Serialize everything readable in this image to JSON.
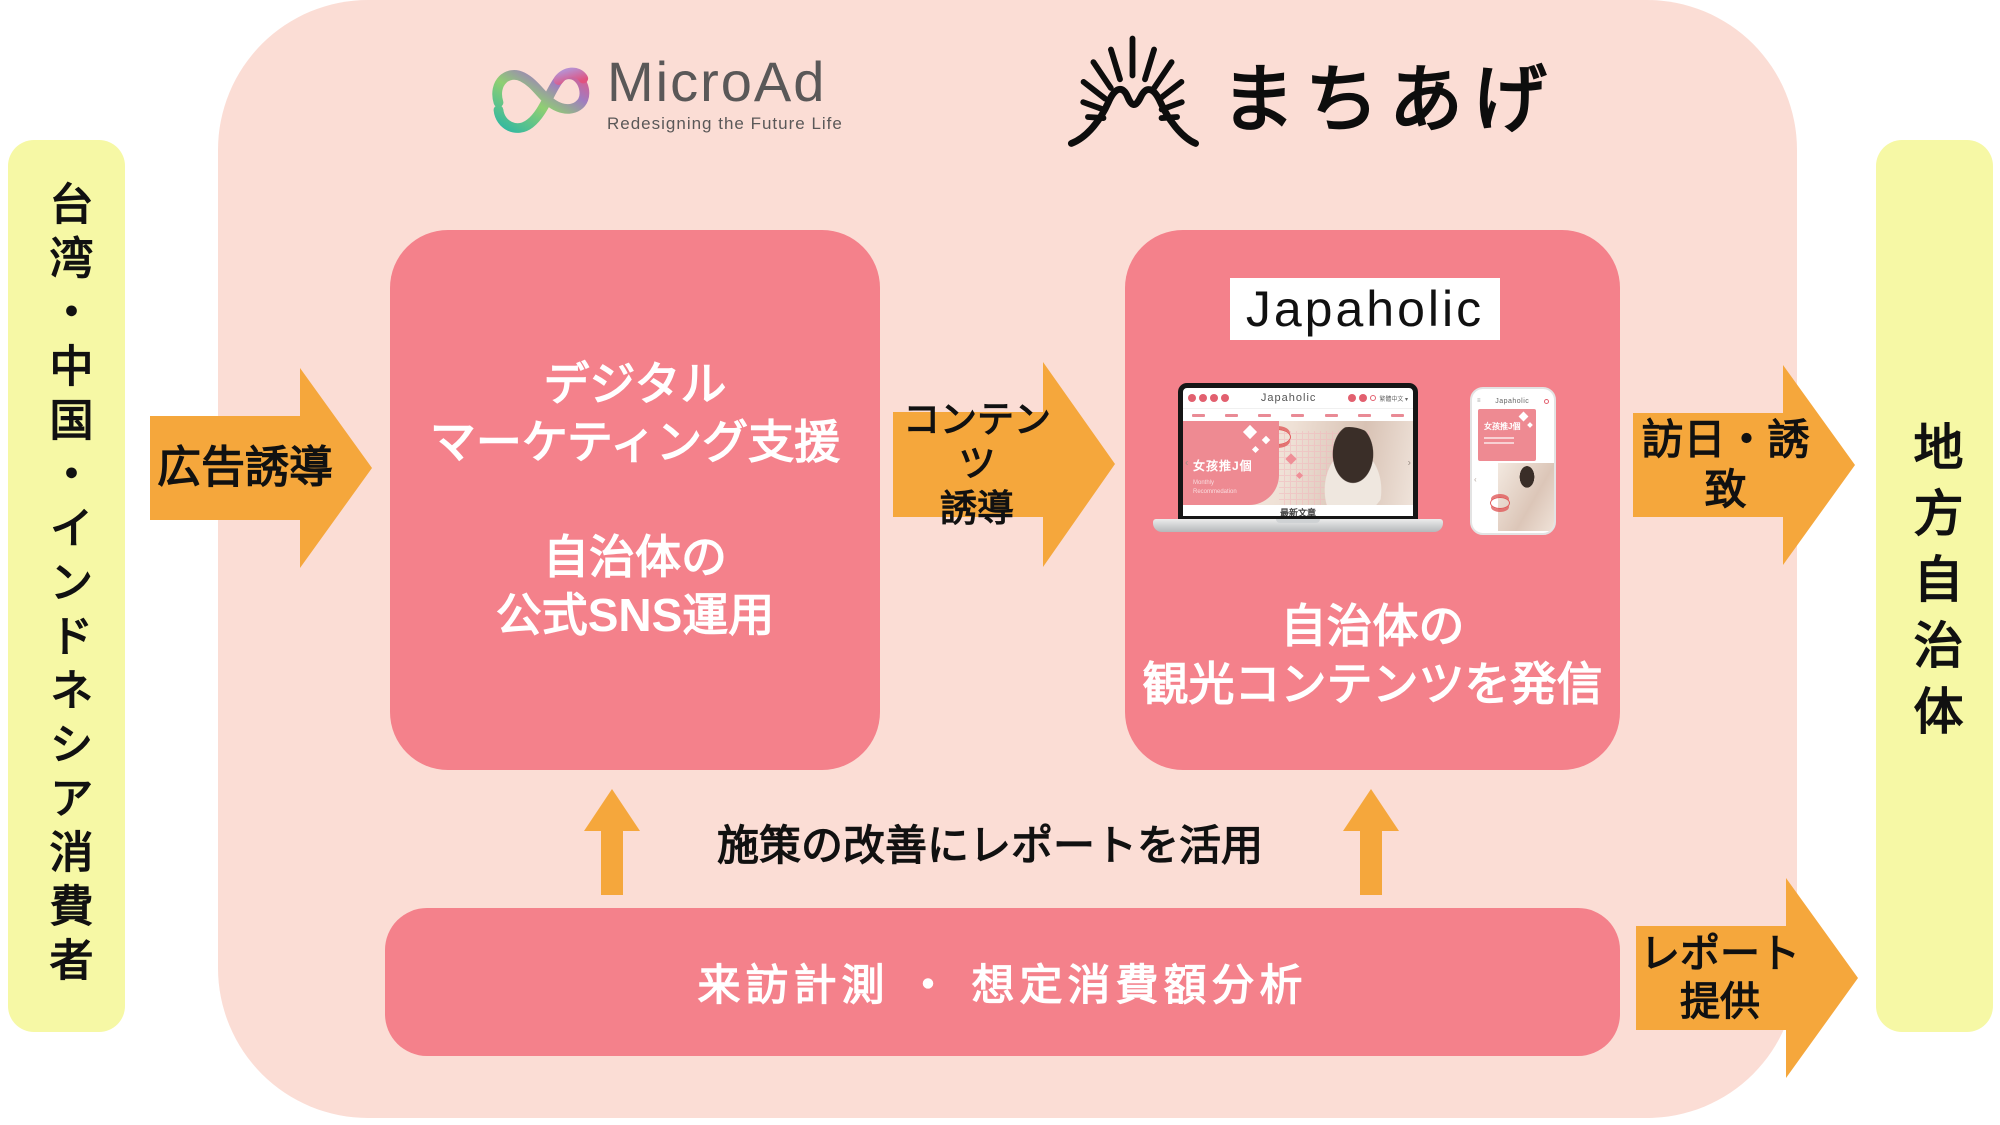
{
  "colors": {
    "salmon": "#f4818b",
    "container_pink": "#fbddd5",
    "arrow_orange": "#f5a73c",
    "side_yellow": "#f6f8a5",
    "microad_gray": "#5a5858",
    "text_black": "#111111"
  },
  "logos": {
    "microad": {
      "name": "MicroAd",
      "tagline": "Redesigning the Future Life"
    },
    "machiage": {
      "name": "まちあげ"
    }
  },
  "source_box": {
    "label": "台湾・中国・インドネシア消費者"
  },
  "target_box": {
    "label": "地方自治体"
  },
  "marketing_box": {
    "para1_line1": "デジタル",
    "para1_line2": "マーケティング支援",
    "para2_line1": "自治体の",
    "para2_line2": "公式SNS運用"
  },
  "media_box": {
    "brand": "Japaholic",
    "caption_line1": "自治体の",
    "caption_line2": "観光コンテンツを発信",
    "laptop_site": {
      "brand": "Japaholic",
      "lang": "繁體中文 ▾",
      "hero_title": "女孩推J個",
      "hero_sub_line1": "Monthly",
      "hero_sub_line2": "Recommedation",
      "section_link": "最新文章",
      "chevron_left": "‹",
      "chevron_right": "›"
    },
    "phone_site": {
      "brand": "Japaholic",
      "menu_icon": "≡",
      "hero_title": "女孩推J個",
      "chevron_left": "‹"
    }
  },
  "arrow_ad": {
    "label": "広告誘導"
  },
  "arrow_content": {
    "line1": "コンテンツ",
    "line2": "誘導"
  },
  "arrow_visit": {
    "label": "訪日・誘致"
  },
  "arrow_report": {
    "line1": "レポート",
    "line2": "提供"
  },
  "feedback_note": {
    "label": "施策の改善にレポートを活用"
  },
  "analytics_bar": {
    "label": "来訪計測 ・ 想定消費額分析"
  }
}
